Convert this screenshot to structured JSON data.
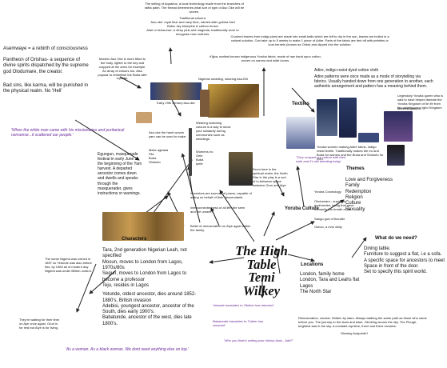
{
  "center": {
    "title_line1": "The High",
    "title_line2": "Table",
    "title_line3": "Temi Wilkey"
  },
  "top": {
    "selling_note": "The selling of Aquarius, a local technology made from the branches of raffia palm. The thread determines what sort of type of Aso Oke will be woven.",
    "traditional_colours": "Traditional colours:\nAso-oke: royal blue and navy blue, named after guinea fowl\nBuba: sky blue/pink & carbon brown\nAlari or buba-ewe: a deep pink and magenta, traditionally worn to recognise new mothers.",
    "crushed_leaves": "Crushed leaves from indigo plant are made into small balls which are left to dry in the sun, leaves are boiled in a natural solution. Can take up to 5 weeks to make 1 piece of Adire. Parts of the fabric are tied off with pebbles or kom kernels (known as Orike) and dipped into the solution.",
    "kijipa": "Kijipa, earliest known indigenous Yoruba fabric, made of raw hand spun cotton, woven on narrow and wide looms."
  },
  "left": {
    "asemwaye": "Asemwaye = a rebirth of consciousness",
    "pantheon": "Pantheon of Orishas- a sequence of divine spirits dispatched by the supreme god Olodumare, the creator.",
    "bad_sins": "Bad sins, like karma, will be punished in the physical realm. No 'Hell'",
    "modern_aso": "Modern Aso Oke is more fitted to the body, lighter to the key and cropped at the arms for example. An array of colours too. Also popular to embellish the Buba with crystals.",
    "missionaries_quote": "'When the white man came with his missionaries and puritanical nonsense...it scattered our people.'",
    "egungun": "Egungun, masquerade festival in early June at the beginning of the Yam harvest. A departed ancestor comes down and dwells and speaks through the masquerader, gives instructions or warnings.",
    "lagos_note": "The name Nigeria was coined in 1897 so Yetunde was also before this, by 1983 all of modern day Nigeria was under British control.",
    "waiting_note": "They're waiting for their time on Aye once again. Oruri is for rest but Aiye is for living.",
    "black_woman_quote": "'As a woman. As a black woman. We dont need anything else on top.'"
  },
  "middle": {
    "photo_caption": "Early 19th century aso-oke",
    "nigerian_wedding": "Nigerian wedding, wearing Aso-Ebi",
    "aso_oke_hand": "Aso-oke the hand woven yarn can be used to make:",
    "garments": "Meke agbada\nFila\nBuba\nShokoto",
    "wearing_matching": "Wearing matching colours is a way to show your solidarity during ceremonies such as weddings.",
    "womens": "Womens Iro\nGele\nBuba\nIpele",
    "drum_note": "Drum here is the spiritual realm, the North Star in the play is a sort of in-between space between Orun and Aiye",
    "ancestors": "Ancestors are sources of power, capable of acting on behalf of their descendants",
    "interconnected": "Interconnectedness of all life, the seen and the unseen.",
    "reincarnation": "Belief of reincarnation on Aiye again within the family."
  },
  "textiles": {
    "heading": "Textiles",
    "adire": "Adire, indigo resist dyed cotton cloth",
    "adire_patterns": "Adire patterns were once made as a mode of storytelling via fabrics. Usually handed down from one generation to another, each authentic arrangement and pattern has a meaning behind them.",
    "legendary": "Legendary Yoruba queen who is said to have helped liberate the Yoruba Kingdom of Ile Ife from the neighbouring Igbo Kingdom",
    "moremi": "Moremi Ajasoro",
    "yoruba_women": "Yoruba women making Adire fabric, indigo resist textile. Traditionally makes the Iro and Buba for women and the Buba and Shokoto for men."
  },
  "yoruba": {
    "heading": "Yoruba Culture",
    "cosmology": "Yoruba Cosmology",
    "olodumare": "Olodumare - supreme god/creator, being that gave humanity the breath of life.",
    "sango": "Sango god of thunder",
    "oshun": "Oshun, a river deity",
    "scattered_quote": "'They scraped our culture with their nails and it's still bleeding today'"
  },
  "themes": {
    "heading": "Themes",
    "items": [
      "Love and Forgiveness",
      "Family",
      "Redemption",
      "Religion",
      "Culture",
      "Sexuality"
    ]
  },
  "need": {
    "heading": "What do we need?",
    "body": "Dining table.\nFurniture to suggest a flat, i.e a sofa.\nA specific space for ancestors to meet\nSpace in front of the door.\nSet to specify this spirit world."
  },
  "locations": {
    "heading": "Locations",
    "items": [
      "London, family home",
      "London, Tara and Leahs flat",
      "Lagos",
      "The North Star"
    ],
    "stars_note": "Reincarnation, circular. Hidden by stars. Always walking the same path as those who came before you. The journey to the stars and back. Climbing across the sky. The Plough, brightest star in the sky. A constant reprieve, there and there remains.",
    "footprints": "Glowing footprints?"
  },
  "characters": {
    "heading": "Characters",
    "tara": "Tara, 2nd generation Nigerian Leah, not specified",
    "mosun": "Mosun, moves to London from Lagos, 1970s/80s",
    "segun": "Segun, moves to London from Lagos to become a professor",
    "teju": "Teju, resides in Lagos",
    "yetunde": "Yetunde, oldest ancestor, dies around 1852-1880's, British invasion",
    "adebisi": "Adebisi, youngest ancestor, ancestor of the South, dies early 1900's.",
    "babatunde": "Babatunde, ancestor of the west, dies late 1800's."
  },
  "bottom": {
    "yetunde_translation": "Yetunde translates to 'Mother has returned'",
    "babatunde_translation": "Babatunde translates to 'Father has returned'",
    "history_quote": "'Who you think's writing your history book , Adé?'"
  }
}
